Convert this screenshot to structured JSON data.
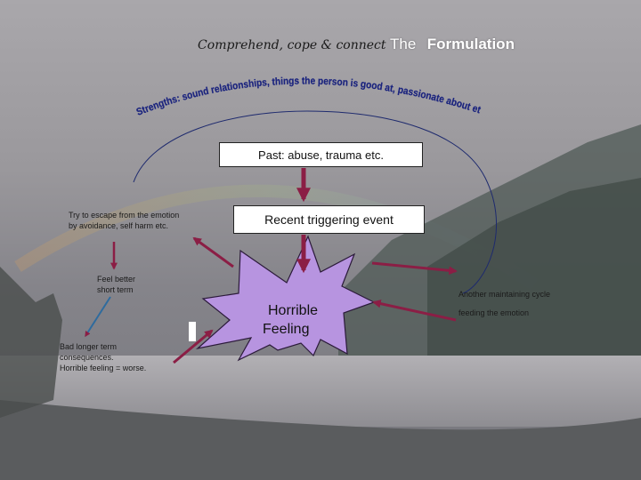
{
  "title": {
    "tagline": "Comprehend, cope & connect",
    "the": "The",
    "main": "Formulation"
  },
  "arc_text": "Strengths: sound relationships, things the person is good at, passionate about etc.",
  "boxes": {
    "past": "Past: abuse, trauma etc.",
    "trigger": "Recent triggering event"
  },
  "center": {
    "line1": "Horrible",
    "line2": "Feeling"
  },
  "notes": {
    "escape": "Try to escape from the emotion by avoidance, self harm etc.",
    "feel_better_1": "Feel better",
    "feel_better_2": "short term",
    "bad_1": "Bad longer term",
    "bad_2": "consequences.",
    "bad_3": "Horrible feeling = worse.",
    "cycle_1": "Another maintaining cycle",
    "cycle_2": "feeding the emotion"
  },
  "colors": {
    "arrow": "#8b1e45",
    "starburst": "#b794e0",
    "arc": "#1e2a6e",
    "arc_text": "#1a237e"
  }
}
